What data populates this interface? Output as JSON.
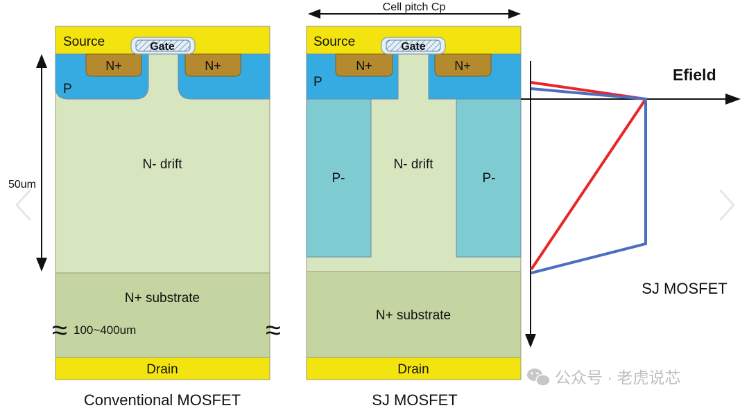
{
  "conventional": {
    "source_label": "Source",
    "gate_label": "Gate",
    "nplus_left": "N+",
    "nplus_right": "N+",
    "p_label": "P",
    "drift_label": "N- drift",
    "substrate_label": "N+ substrate",
    "drain_label": "Drain",
    "caption": "Conventional MOSFET",
    "thickness_label": "50um",
    "substrate_thickness_label": "100~400um"
  },
  "sj": {
    "source_label": "Source",
    "gate_label": "Gate",
    "nplus_left": "N+",
    "nplus_right": "N+",
    "p_label": "P",
    "pillar_left_label": "P-",
    "pillar_right_label": "P-",
    "drift_label": "N- drift",
    "substrate_label": "N+ substrate",
    "drain_label": "Drain",
    "caption": "SJ MOSFET",
    "pitch_label": "Cell pitch Cp"
  },
  "efield": {
    "axis_label": "Efield",
    "legend_label": "SJ MOSFET"
  },
  "break_symbol": "≈",
  "watermark": {
    "text": "公众号 · 老虎说芯",
    "icon": "wechat-icon"
  },
  "colors": {
    "source_metal": "#f3e40f",
    "p_body": "#36abe2",
    "n_plus": "#b58a2e",
    "drift": "#d8e6bf",
    "substrate": "#c4d5a2",
    "p_pillar": "#7ecbd1",
    "gate": "#e4f0f6",
    "conventional_field": "#e8262a",
    "sj_field": "#4a6fbf"
  }
}
